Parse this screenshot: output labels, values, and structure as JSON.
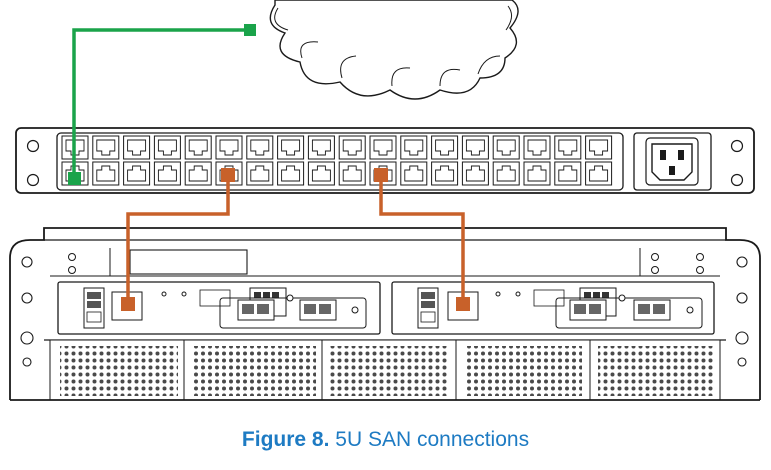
{
  "caption": {
    "figure_label": "Figure 8.",
    "title": "5U SAN connections",
    "color": "#1e7bc3"
  },
  "colors": {
    "management_cable": "#1aa34a",
    "san_cable": "#c8612a",
    "outline": "#1a1a1a"
  },
  "icons": [
    "cloud-icon",
    "ethernet-switch",
    "power-inlet-icon",
    "storage-enclosure",
    "controller-module",
    "fan-module"
  ]
}
